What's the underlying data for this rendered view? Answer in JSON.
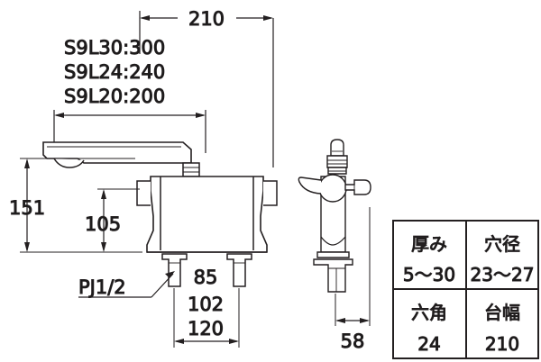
{
  "drawing": {
    "title": "faucet-dimension-drawing",
    "line_color": "#231f20",
    "text_color": "#1a1a1a",
    "background": "#ffffff"
  },
  "model_list": [
    {
      "label": "S9L30:300"
    },
    {
      "label": "S9L24:240"
    },
    {
      "label": "S9L20:200"
    }
  ],
  "dimensions": {
    "base_width_top": "210",
    "height_total": "151",
    "height_body": "105",
    "spacing_inner": "85",
    "spacing_mid": "102",
    "spacing_outer": "120",
    "side_depth": "58"
  },
  "labels": {
    "thread": "PJ1/2"
  },
  "spec_table": {
    "rows": [
      [
        {
          "header": "厚み",
          "value": "5〜30"
        },
        {
          "header": "穴径",
          "value": "23〜27"
        }
      ],
      [
        {
          "header": "六角",
          "value": "24"
        },
        {
          "header": "台幅",
          "value": "210"
        }
      ]
    ]
  }
}
